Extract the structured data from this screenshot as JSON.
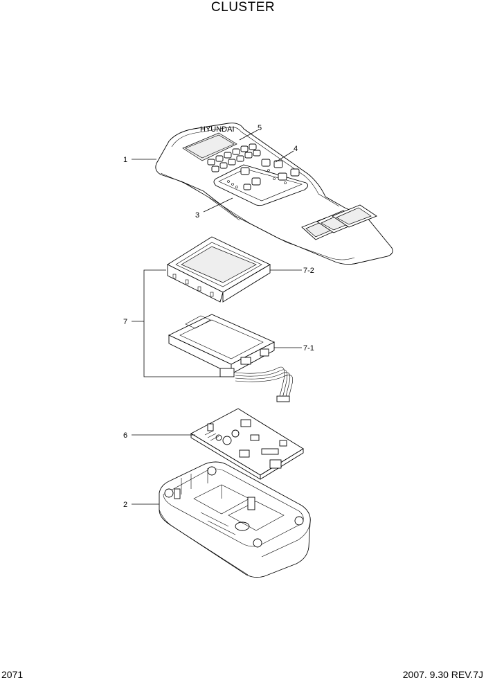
{
  "title": "CLUSTER",
  "footer": {
    "page_number": "2071",
    "revision": "2007. 9.30  REV.7J"
  },
  "callouts": {
    "c1": "1",
    "c2": "2",
    "c3": "3",
    "c4": "4",
    "c5": "5",
    "c6": "6",
    "c7": "7",
    "c7_1": "7-1",
    "c7_2": "7-2"
  }
}
